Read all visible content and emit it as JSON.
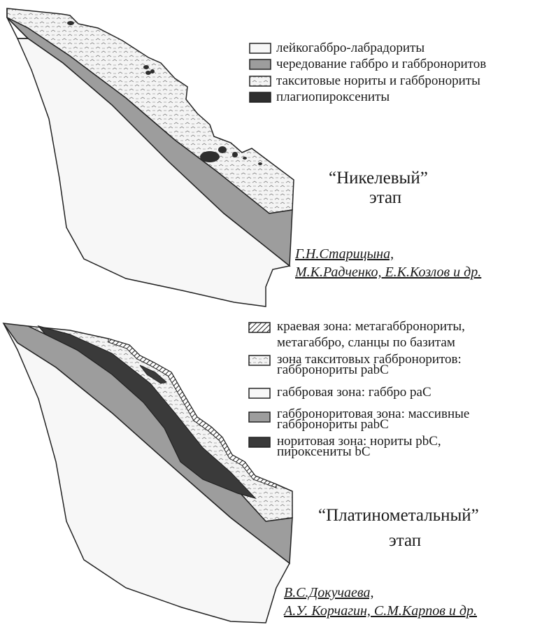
{
  "colors": {
    "leuco_gabbro": "#f7f7f7",
    "gabbro_alternation": "#9d9d9d",
    "taxitic": "#efefef",
    "plagiopyroxenite": "#3a3a3a",
    "outline": "#222222"
  },
  "top": {
    "legend": [
      {
        "label": "лейкогаббро-лабрадориты",
        "pattern": "white"
      },
      {
        "label": "чередование габбро и габброноритов",
        "pattern": "gray"
      },
      {
        "label": "такситовые нориты и габбронориты",
        "pattern": "hatch-dots"
      },
      {
        "label": "плагиопироксениты",
        "pattern": "dark"
      }
    ],
    "title_line1": "“Никелевый”",
    "title_line2": "этап",
    "authors_line1": "Г.Н.Старицына,",
    "authors_line2": "М.К.Радченко, Е.К.Козлов  и др."
  },
  "bottom": {
    "legend": [
      {
        "line1": "краевая зона: метагаббронориты,",
        "line2": "метагаббро, сланцы по базитам",
        "pattern": "diagonal-hatch"
      },
      {
        "line1": "зона такситовых габброноритов:",
        "line2": "габбронориты pabC",
        "pattern": "hatch-dots"
      },
      {
        "line1": "габбровая зона: габбро paC",
        "line2": "",
        "pattern": "white"
      },
      {
        "line1": "габброноритовая зона: массивные",
        "line2": "габбронориты pabC",
        "pattern": "gray"
      },
      {
        "line1": "норитовая зона: нориты pbC,",
        "line2": "пироксениты bC",
        "pattern": "dark"
      }
    ],
    "title_line1": "“Платинометальный”",
    "title_line2": "этап",
    "authors_line1": "В.С.Докучаева,",
    "authors_line2": "А.У. Корчагин, С.М.Карпов и др."
  }
}
